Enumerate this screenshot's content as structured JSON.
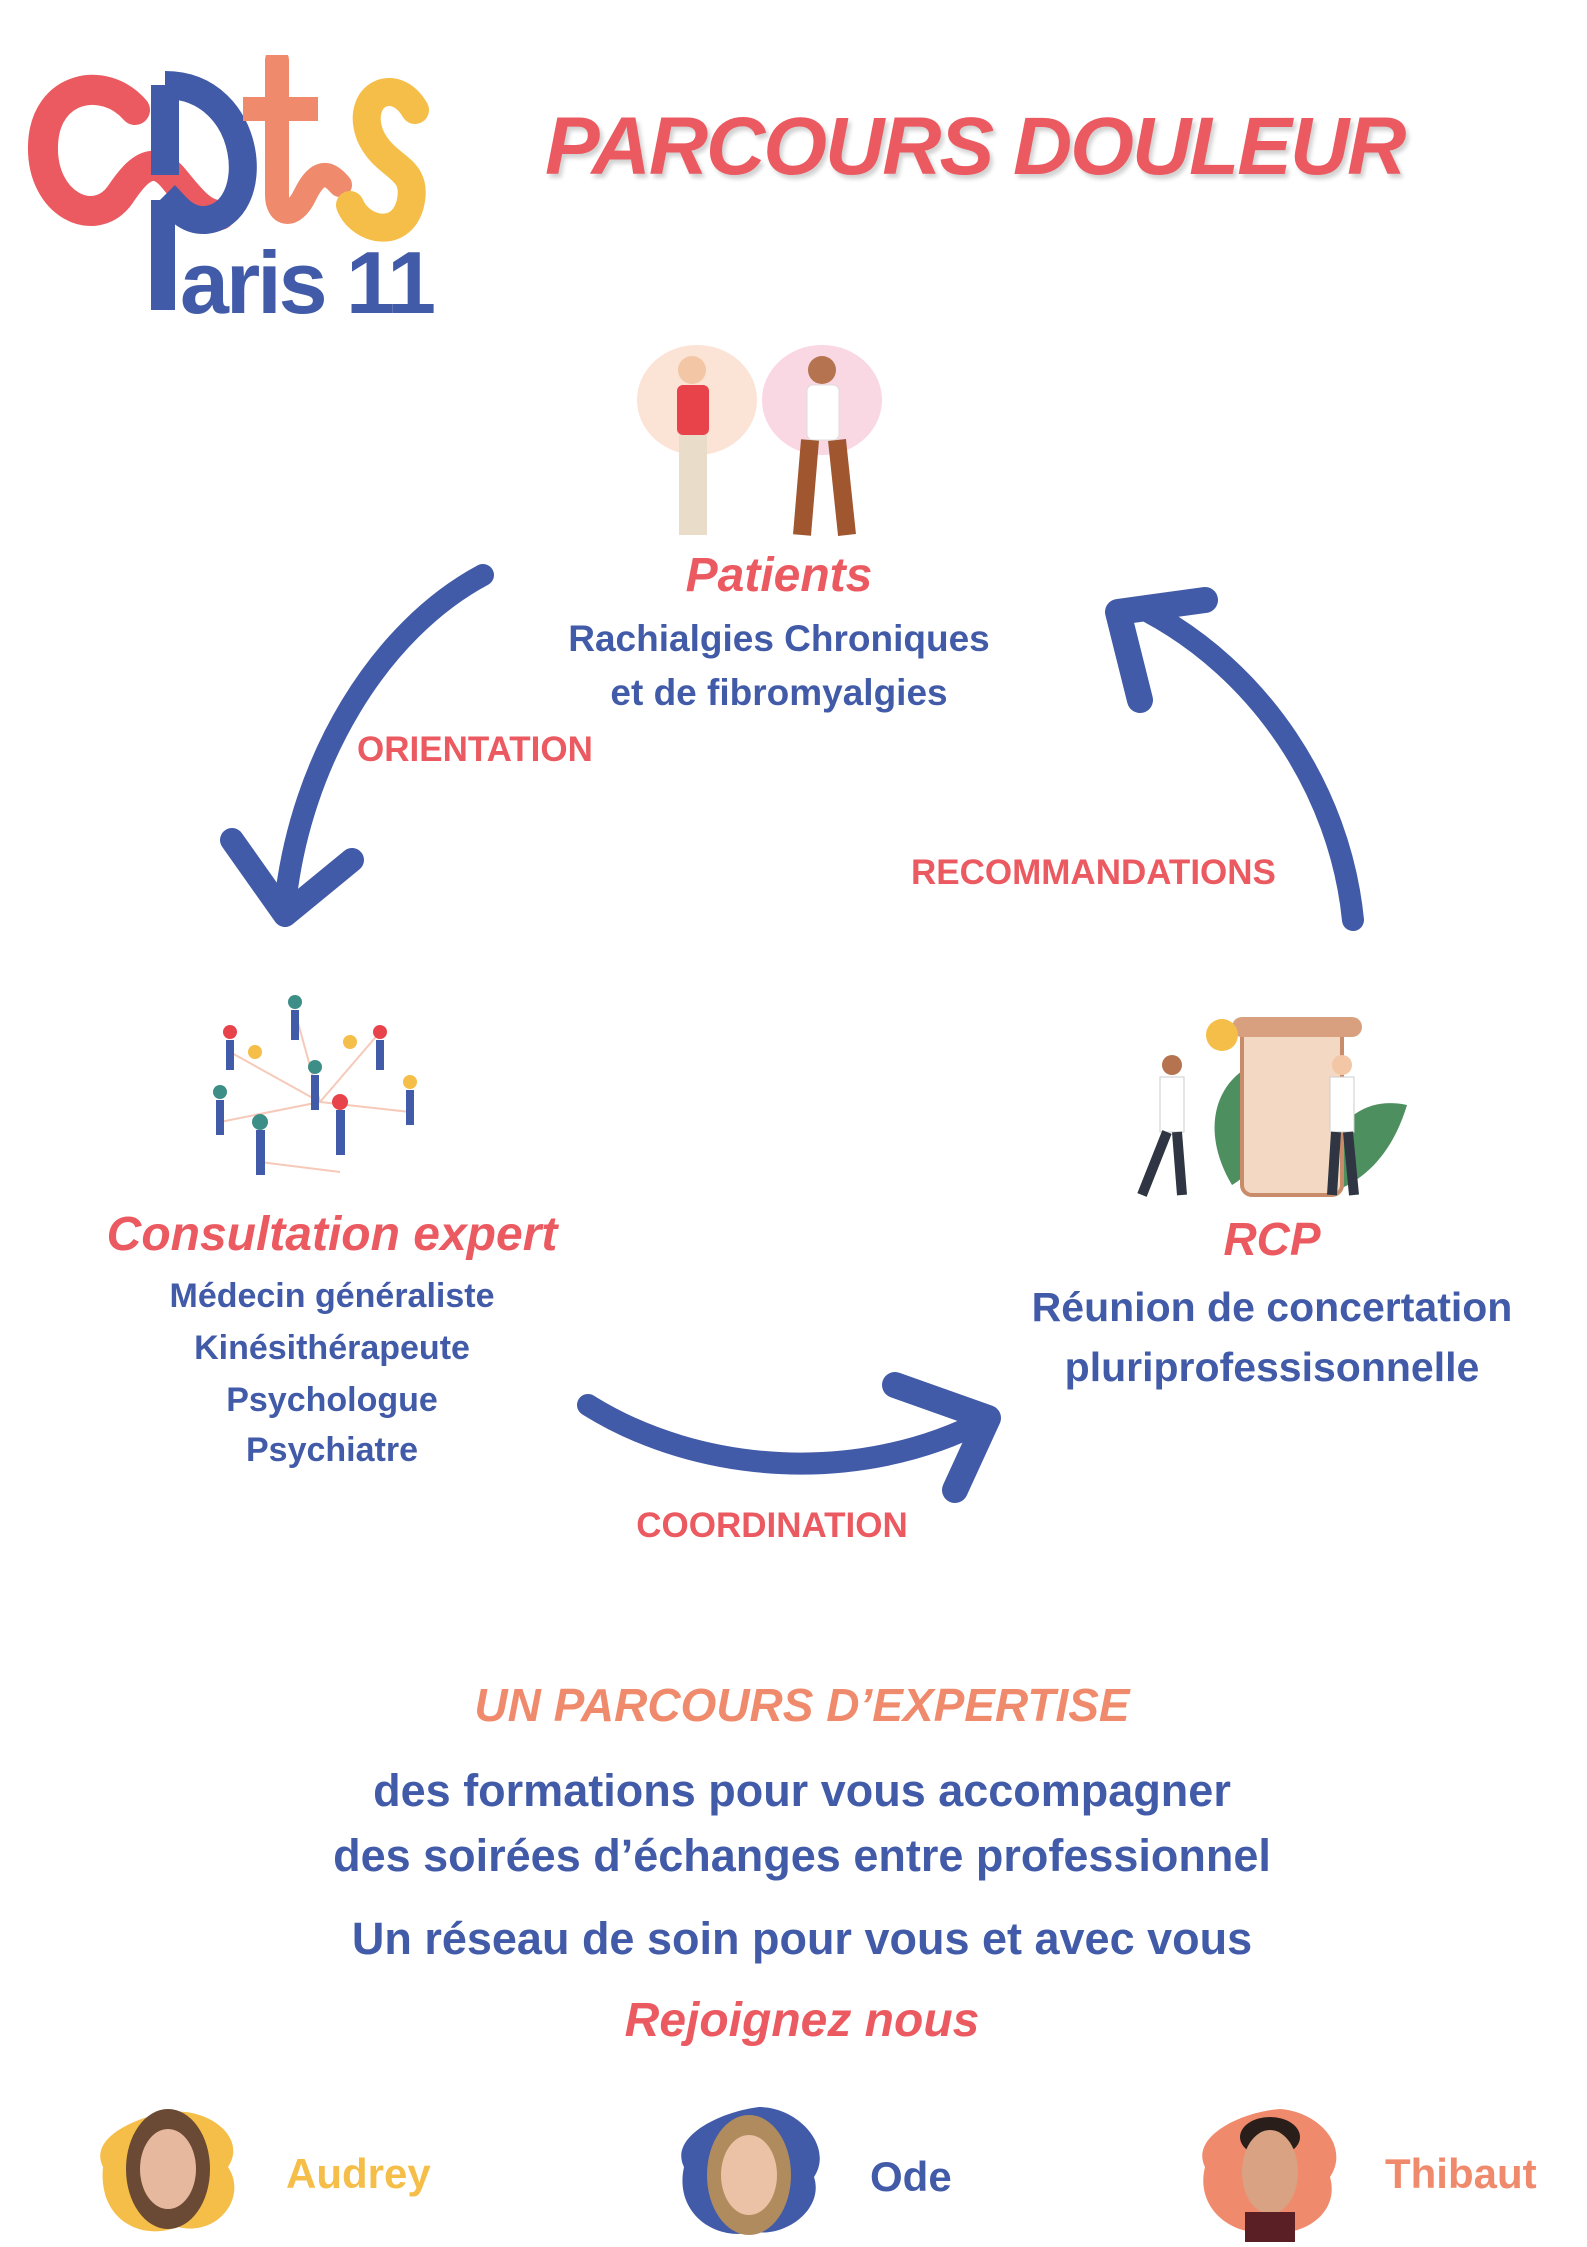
{
  "logo": {
    "text_top": "cpts",
    "text_bottom": "Paris 11"
  },
  "header": {
    "title": "PARCOURS DOULEUR"
  },
  "cycle": {
    "patients": {
      "title": "Patients",
      "lines": [
        "Rachialgies Chroniques",
        "et de fibromyalgies"
      ]
    },
    "consultation": {
      "title": "Consultation expert",
      "lines": [
        "Médecin généraliste",
        "Kinésithérapeute",
        "Psychologue",
        "Psychiatre"
      ]
    },
    "rcp": {
      "title": "RCP",
      "lines": [
        "Réunion de concertation",
        "pluriprofessisonnelle"
      ]
    },
    "arrows": {
      "orientation": "ORIENTATION",
      "recommandations": "RECOMMANDATIONS",
      "coordination": "COORDINATION"
    }
  },
  "footer": {
    "subtitle": "UN PARCOURS D’EXPERTISE",
    "lines": [
      "des formations pour vous accompagner",
      "des soirées d’échanges entre professionnel",
      "Un réseau de soin pour vous et avec vous"
    ],
    "cta": "Rejoignez nous"
  },
  "team": [
    {
      "name": "Audrey",
      "color": "#F5BE48"
    },
    {
      "name": "Ode",
      "color": "#425BA8"
    },
    {
      "name": "Thibaut",
      "color": "#F08A6C"
    }
  ],
  "colors": {
    "red": "#EB5A60",
    "blue": "#425BA8",
    "salmon": "#F08A6C",
    "yellow": "#F5BE48"
  }
}
